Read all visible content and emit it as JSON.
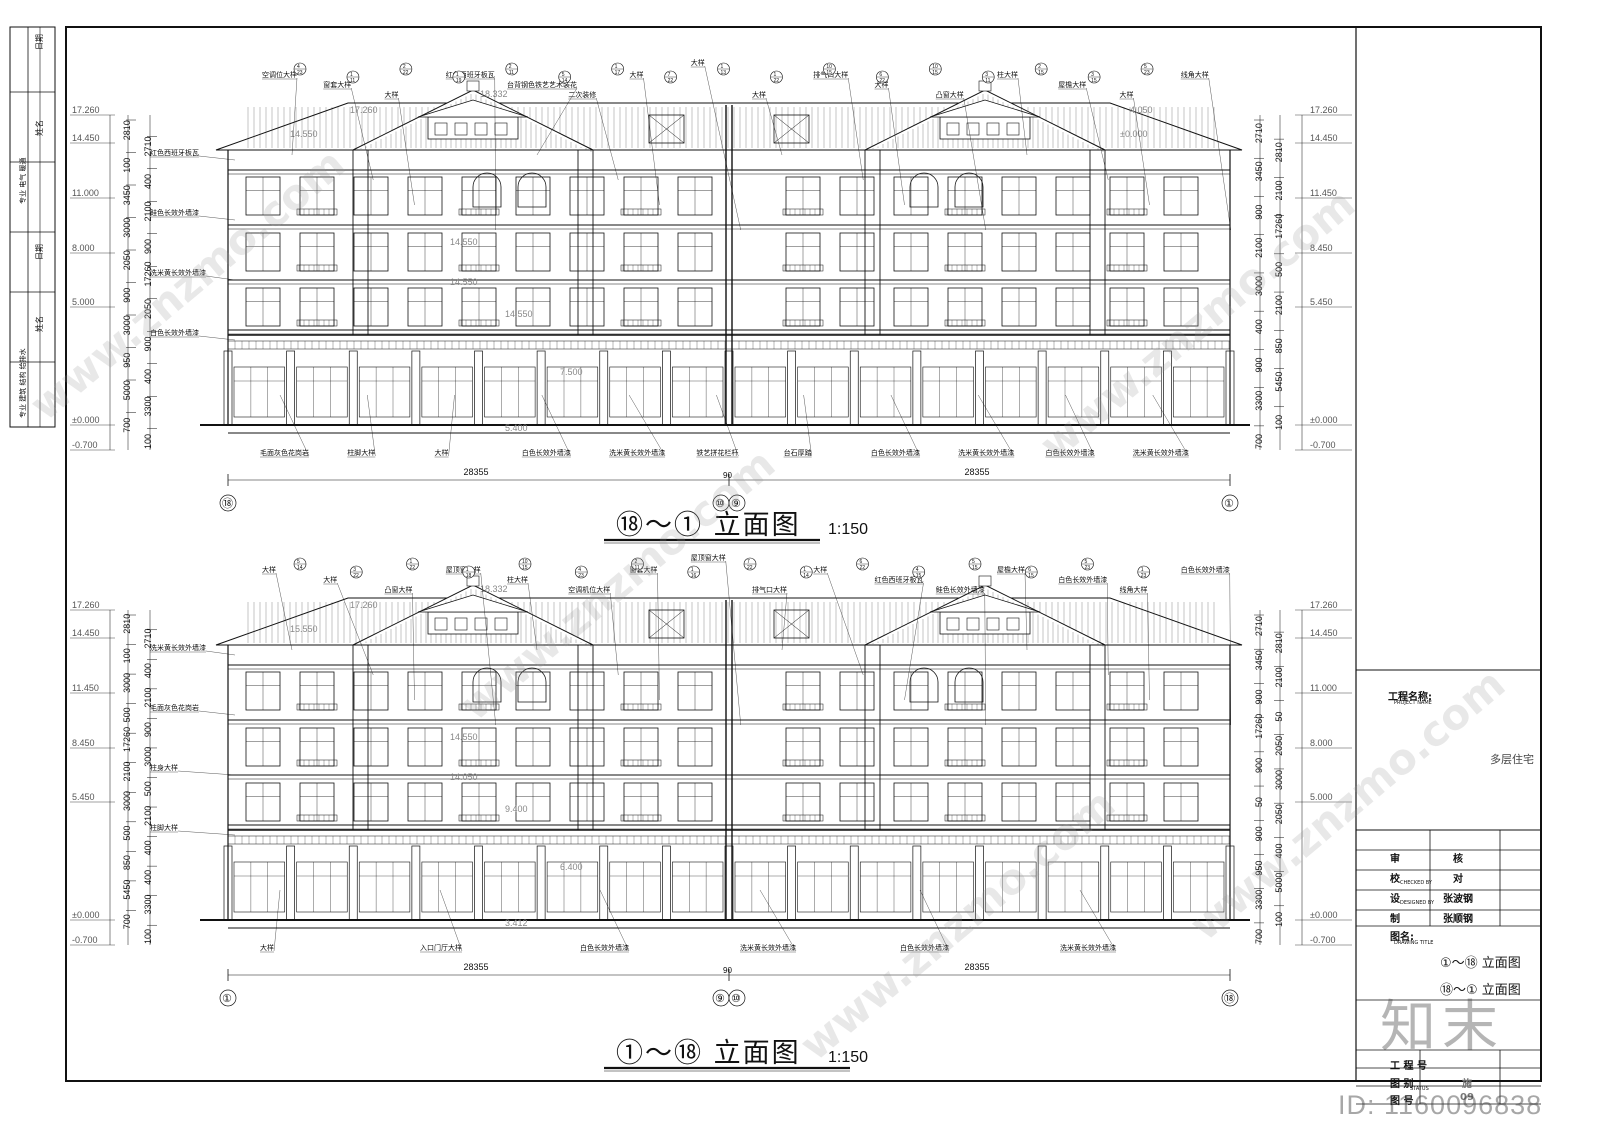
{
  "sheet": {
    "project_label": "工程名称:",
    "project_label_en": "PROJECT NAME",
    "project_name": "多层住宅",
    "drawing_title_label": "图名:",
    "drawing_title_label_en": "DRAWING TITLE",
    "drawing_titles": [
      "①～⑱ 立面图",
      "⑱～① 立面图"
    ],
    "sign_rows": [
      {
        "label": "审",
        "label2": "核",
        "sub": "",
        "value": ""
      },
      {
        "label": "校",
        "label2": "对",
        "sub": "CHECKED BY",
        "value": ""
      },
      {
        "label": "设",
        "label2": "",
        "sub": "DESIGNED BY",
        "value": "张波钢"
      },
      {
        "label": "制",
        "label2": "",
        "sub": "",
        "value": "张顺钢"
      }
    ],
    "status_rows": [
      "工 程 号",
      "图 别",
      "图 号"
    ],
    "status_sub": "STATUS",
    "status_vals": [
      "",
      "施",
      "09"
    ],
    "left_strip": [
      "日期",
      "姓名",
      "专业 电气 暖通",
      "日期",
      "姓名",
      "专业 建筑 结构 给排水"
    ]
  },
  "watermark": {
    "logo": "知末",
    "id_text": "ID: 1160096838",
    "site": "www.znzmo.com"
  },
  "views": [
    {
      "key": "top",
      "title": "⑱～① 立面图",
      "scale": "1:150",
      "axes": [
        "⑱",
        "⑩",
        "⑨",
        "①"
      ],
      "overall_dims": [
        "28355",
        "90",
        "28355"
      ],
      "left_levels": [
        "17.260",
        "14.450",
        "11.000",
        "8.000",
        "5.000",
        "±0.000",
        "-0.700"
      ],
      "right_levels": [
        "17.260",
        "14.450",
        "11.450",
        "8.450",
        "5.450",
        "±0.000",
        "-0.700"
      ],
      "left_dims": [
        "2810",
        "2710",
        "100",
        "400",
        "3450",
        "2100",
        "3000",
        "900",
        "2050",
        "17260",
        "900",
        "2050",
        "3000",
        "900",
        "950",
        "400",
        "5000",
        "3300",
        "700",
        "100"
      ],
      "right_dims": [
        "2710",
        "2810",
        "3450",
        "2100",
        "900",
        "17260",
        "2100",
        "500",
        "3000",
        "2100",
        "400",
        "850",
        "900",
        "5450",
        "3300",
        "100",
        "700"
      ],
      "inner_levels": [
        "18.332",
        "17.260",
        "14.550",
        "14.550",
        "14.550",
        "14.550",
        "7.500",
        "5.400",
        "4.050",
        "±0.000"
      ],
      "notes": [
        "空调位大样",
        "窗套大样",
        "大样",
        "红色西班牙板瓦",
        "台背钢色铁艺艺术装花",
        "二次装修",
        "大样",
        "大样",
        "大样",
        "排气口大样",
        "大样",
        "凸窗大样",
        "柱大样",
        "屋檐大样",
        "大样",
        "线角大样",
        "红色西班牙板瓦",
        "鲑色长效外墙漆",
        "洗米黄长效外墙漆",
        "白色长效外墙漆",
        "毛面灰色花岗岩",
        "柱脚大样",
        "大样",
        "白色长效外墙漆",
        "洗米黄长效外墙漆",
        "铁艺拼花栏杆",
        "台石厚踏",
        "白色长效外墙漆",
        "洗米黄长效外墙漆",
        "白色长效外墙漆",
        "洗米黄长效外墙漆"
      ],
      "refs": [
        "4/23",
        "1/11",
        "2/22",
        "1/19",
        "2/11",
        "5/14",
        "1/17",
        "7/22",
        "1/13",
        "1/22",
        "10/15",
        "6/22",
        "10/15",
        "3/11",
        "2/15",
        "3/15",
        "5/23"
      ]
    },
    {
      "key": "bottom",
      "title": "①～⑱ 立面图",
      "scale": "1:150",
      "axes": [
        "①",
        "⑨",
        "⑩",
        "⑱"
      ],
      "overall_dims": [
        "28355",
        "90",
        "28355"
      ],
      "left_levels": [
        "17.260",
        "14.450",
        "11.450",
        "8.450",
        "5.450",
        "±0.000",
        "-0.700"
      ],
      "right_levels": [
        "17.260",
        "14.450",
        "11.000",
        "8.000",
        "5.000",
        "±0.000",
        "-0.700"
      ],
      "left_dims": [
        "2810",
        "2710",
        "100",
        "400",
        "3000",
        "2100",
        "500",
        "900",
        "17260",
        "3000",
        "2100",
        "500",
        "3000",
        "2100",
        "500",
        "400",
        "850",
        "400",
        "5450",
        "3300",
        "700",
        "100"
      ],
      "right_dims": [
        "2710",
        "2810",
        "3450",
        "2100",
        "900",
        "50",
        "17260",
        "2050",
        "900",
        "3000",
        "50",
        "2050",
        "900",
        "400",
        "950",
        "5000",
        "3300",
        "100",
        "700"
      ],
      "inner_levels": [
        "18.332",
        "17.260",
        "15.550",
        "14.550",
        "14.050",
        "9.400",
        "6.400",
        "3.412"
      ],
      "notes": [
        "大样",
        "大样",
        "凸窗大样",
        "屋顶窗大样",
        "柱大样",
        "空调机位大样",
        "窗套大样",
        "屋顶窗大样",
        "排气口大样",
        "大样",
        "红色西班牙板瓦",
        "鲑色长效外墙漆",
        "屋檐大样",
        "白色长效外墙漆",
        "线角大样",
        "白色长效外墙漆",
        "洗米黄长效外墙漆",
        "毛面灰色花岗岩",
        "柱身大样",
        "柱脚大样",
        "大样",
        "入口门厅大样",
        "白色长效外墙漆",
        "洗米黄长效外墙漆",
        "白色长效外墙漆",
        "洗米黄长效外墙漆"
      ],
      "refs": [
        "5/14",
        "3/22",
        "1/22",
        "1/18",
        "10/15",
        "4/23",
        "2/11",
        "1/16",
        "7/22",
        "1/14",
        "6/22",
        "4/15",
        "5/15",
        "6/15",
        "5/23",
        "1/23"
      ]
    }
  ]
}
